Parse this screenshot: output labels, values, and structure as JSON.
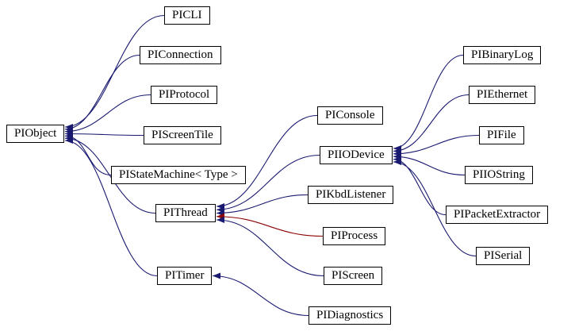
{
  "diagram": {
    "kind": "class-inheritance-graph",
    "colors": {
      "public": "#191970",
      "private": "#8b0000",
      "node_border": "#000000",
      "node_fill": "#ffffff",
      "node_text": "#000000",
      "background": "#ffffff"
    },
    "nodes": {
      "PIObject": {
        "label": "PIObject"
      },
      "PICLI": {
        "label": "PICLI"
      },
      "PIConnection": {
        "label": "PIConnection"
      },
      "PIProtocol": {
        "label": "PIProtocol"
      },
      "PIScreenTile": {
        "label": "PIScreenTile"
      },
      "PIStateMachine": {
        "label": "PIStateMachine< Type >"
      },
      "PIThread": {
        "label": "PIThread"
      },
      "PITimer": {
        "label": "PITimer"
      },
      "PIConsole": {
        "label": "PIConsole"
      },
      "PIIODevice": {
        "label": "PIIODevice"
      },
      "PIKbdListener": {
        "label": "PIKbdListener"
      },
      "PIProcess": {
        "label": "PIProcess"
      },
      "PIScreen": {
        "label": "PIScreen"
      },
      "PIDiagnostics": {
        "label": "PIDiagnostics"
      },
      "PIBinaryLog": {
        "label": "PIBinaryLog"
      },
      "PIEthernet": {
        "label": "PIEthernet"
      },
      "PIFile": {
        "label": "PIFile"
      },
      "PIIOString": {
        "label": "PIIOString"
      },
      "PIPacketExtractor": {
        "label": "PIPacketExtractor"
      },
      "PISerial": {
        "label": "PISerial"
      }
    },
    "edges": [
      {
        "from": "PICLI",
        "to": "PIObject",
        "type": "public"
      },
      {
        "from": "PIConnection",
        "to": "PIObject",
        "type": "public"
      },
      {
        "from": "PIProtocol",
        "to": "PIObject",
        "type": "public"
      },
      {
        "from": "PIScreenTile",
        "to": "PIObject",
        "type": "public"
      },
      {
        "from": "PIStateMachine",
        "to": "PIObject",
        "type": "public"
      },
      {
        "from": "PIThread",
        "to": "PIObject",
        "type": "public"
      },
      {
        "from": "PITimer",
        "to": "PIObject",
        "type": "public"
      },
      {
        "from": "PIConsole",
        "to": "PIThread",
        "type": "public"
      },
      {
        "from": "PIIODevice",
        "to": "PIThread",
        "type": "public"
      },
      {
        "from": "PIKbdListener",
        "to": "PIThread",
        "type": "public"
      },
      {
        "from": "PIProcess",
        "to": "PIThread",
        "type": "private"
      },
      {
        "from": "PIScreen",
        "to": "PIThread",
        "type": "public"
      },
      {
        "from": "PIDiagnostics",
        "to": "PITimer",
        "type": "public"
      },
      {
        "from": "PIBinaryLog",
        "to": "PIIODevice",
        "type": "public"
      },
      {
        "from": "PIEthernet",
        "to": "PIIODevice",
        "type": "public"
      },
      {
        "from": "PIFile",
        "to": "PIIODevice",
        "type": "public"
      },
      {
        "from": "PIIOString",
        "to": "PIIODevice",
        "type": "public"
      },
      {
        "from": "PIPacketExtractor",
        "to": "PIIODevice",
        "type": "public"
      },
      {
        "from": "PISerial",
        "to": "PIIODevice",
        "type": "public"
      }
    ]
  }
}
